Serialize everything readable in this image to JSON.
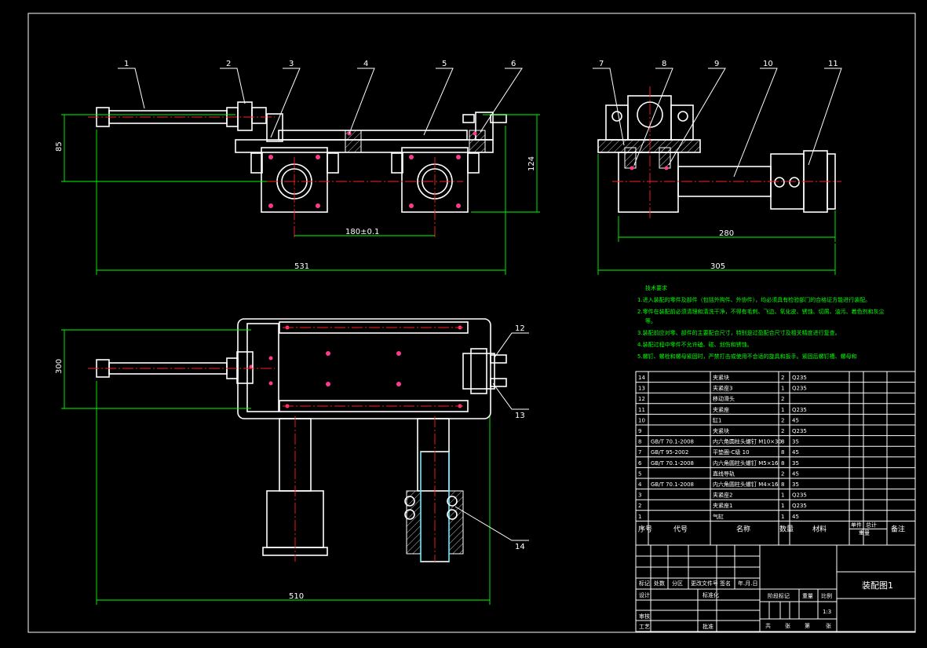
{
  "balloons": [
    "1",
    "2",
    "3",
    "4",
    "5",
    "6",
    "7",
    "8",
    "9",
    "10",
    "11",
    "12",
    "13",
    "14"
  ],
  "dimensions": {
    "front_height": "85",
    "front_right_height": "124",
    "front_center_dist": "180±0.1",
    "front_total": "531",
    "side_width": "280",
    "side_total": "305",
    "top_height": "300",
    "top_total": "510"
  },
  "notes": {
    "title": "技术要求",
    "lines": [
      "1.进入装配的零件及部件（包括外购件、外协件），均必须具有检验部门的合格证方能进行装配。",
      "2.零件在装配前必须清理和清洗干净，不得有毛刺、飞边、氧化皮、锈蚀、切屑、油污、着色剂和灰尘",
      "等。",
      "3.装配前应对零、部件的主要配合尺寸，特别是过盈配合尺寸及相关精度进行复查。",
      "4.装配过程中零件不允许磕、碰、划伤和锈蚀。",
      "5.螺钉、螺栓和螺母紧固时，严禁打击或使用不合适的旋具和扳手。紧固后螺钉槽、螺母和"
    ]
  },
  "bom": {
    "rows": [
      {
        "no": "14",
        "code": "",
        "name": "夹紧块",
        "qty": "2",
        "mat": "Q235"
      },
      {
        "no": "13",
        "code": "",
        "name": "夹紧座3",
        "qty": "1",
        "mat": "Q235"
      },
      {
        "no": "12",
        "code": "",
        "name": "移动滑头",
        "qty": "2",
        "mat": ""
      },
      {
        "no": "11",
        "code": "",
        "name": "夹紧座",
        "qty": "1",
        "mat": "Q235"
      },
      {
        "no": "10",
        "code": "",
        "name": "缸1",
        "qty": "2",
        "mat": "45"
      },
      {
        "no": "9",
        "code": "",
        "name": "夹紧块",
        "qty": "2",
        "mat": "Q235"
      },
      {
        "no": "8",
        "code": "GB/T 70.1-2008",
        "name": "内六角圆柱头螺钉 M10×30",
        "qty": "8",
        "mat": "35"
      },
      {
        "no": "7",
        "code": "GB/T 95-2002",
        "name": "平垫圈-C级 10",
        "qty": "8",
        "mat": "45"
      },
      {
        "no": "6",
        "code": "GB/T 70.1-2008",
        "name": "内六角圆柱头螺钉 M5×16",
        "qty": "8",
        "mat": "35"
      },
      {
        "no": "5",
        "code": "",
        "name": "直线导轨",
        "qty": "2",
        "mat": "45"
      },
      {
        "no": "4",
        "code": "GB/T 70.1-2008",
        "name": "内六角圆柱头螺钉 M4×16",
        "qty": "8",
        "mat": "35"
      },
      {
        "no": "3",
        "code": "",
        "name": "夹紧座2",
        "qty": "1",
        "mat": "Q235"
      },
      {
        "no": "2",
        "code": "",
        "name": "夹紧座1",
        "qty": "1",
        "mat": "Q235"
      },
      {
        "no": "1",
        "code": "",
        "name": "气缸",
        "qty": "1",
        "mat": "45"
      }
    ],
    "header": {
      "no": "序号",
      "code": "代号",
      "name": "名称",
      "qty": "数量",
      "mat": "材料",
      "single": "单件",
      "total": "总计",
      "weight": "重量",
      "remark": "备注"
    }
  },
  "title_block": {
    "drawing_name": "装配图1",
    "scale": "1:3",
    "labels": {
      "mark": "标记",
      "count": "处数",
      "zone": "分区",
      "change_doc": "更改文件号",
      "sign": "签名",
      "date": "年.月.日",
      "design": "设计",
      "std": "标准化",
      "review": "审核",
      "process": "工艺",
      "approve": "批准",
      "stage": "阶段标记",
      "weight": "重量",
      "scale": "比例",
      "sheet_total": "共",
      "sheet_unit1": "张",
      "sheet_no": "第",
      "sheet_unit2": "张"
    }
  }
}
